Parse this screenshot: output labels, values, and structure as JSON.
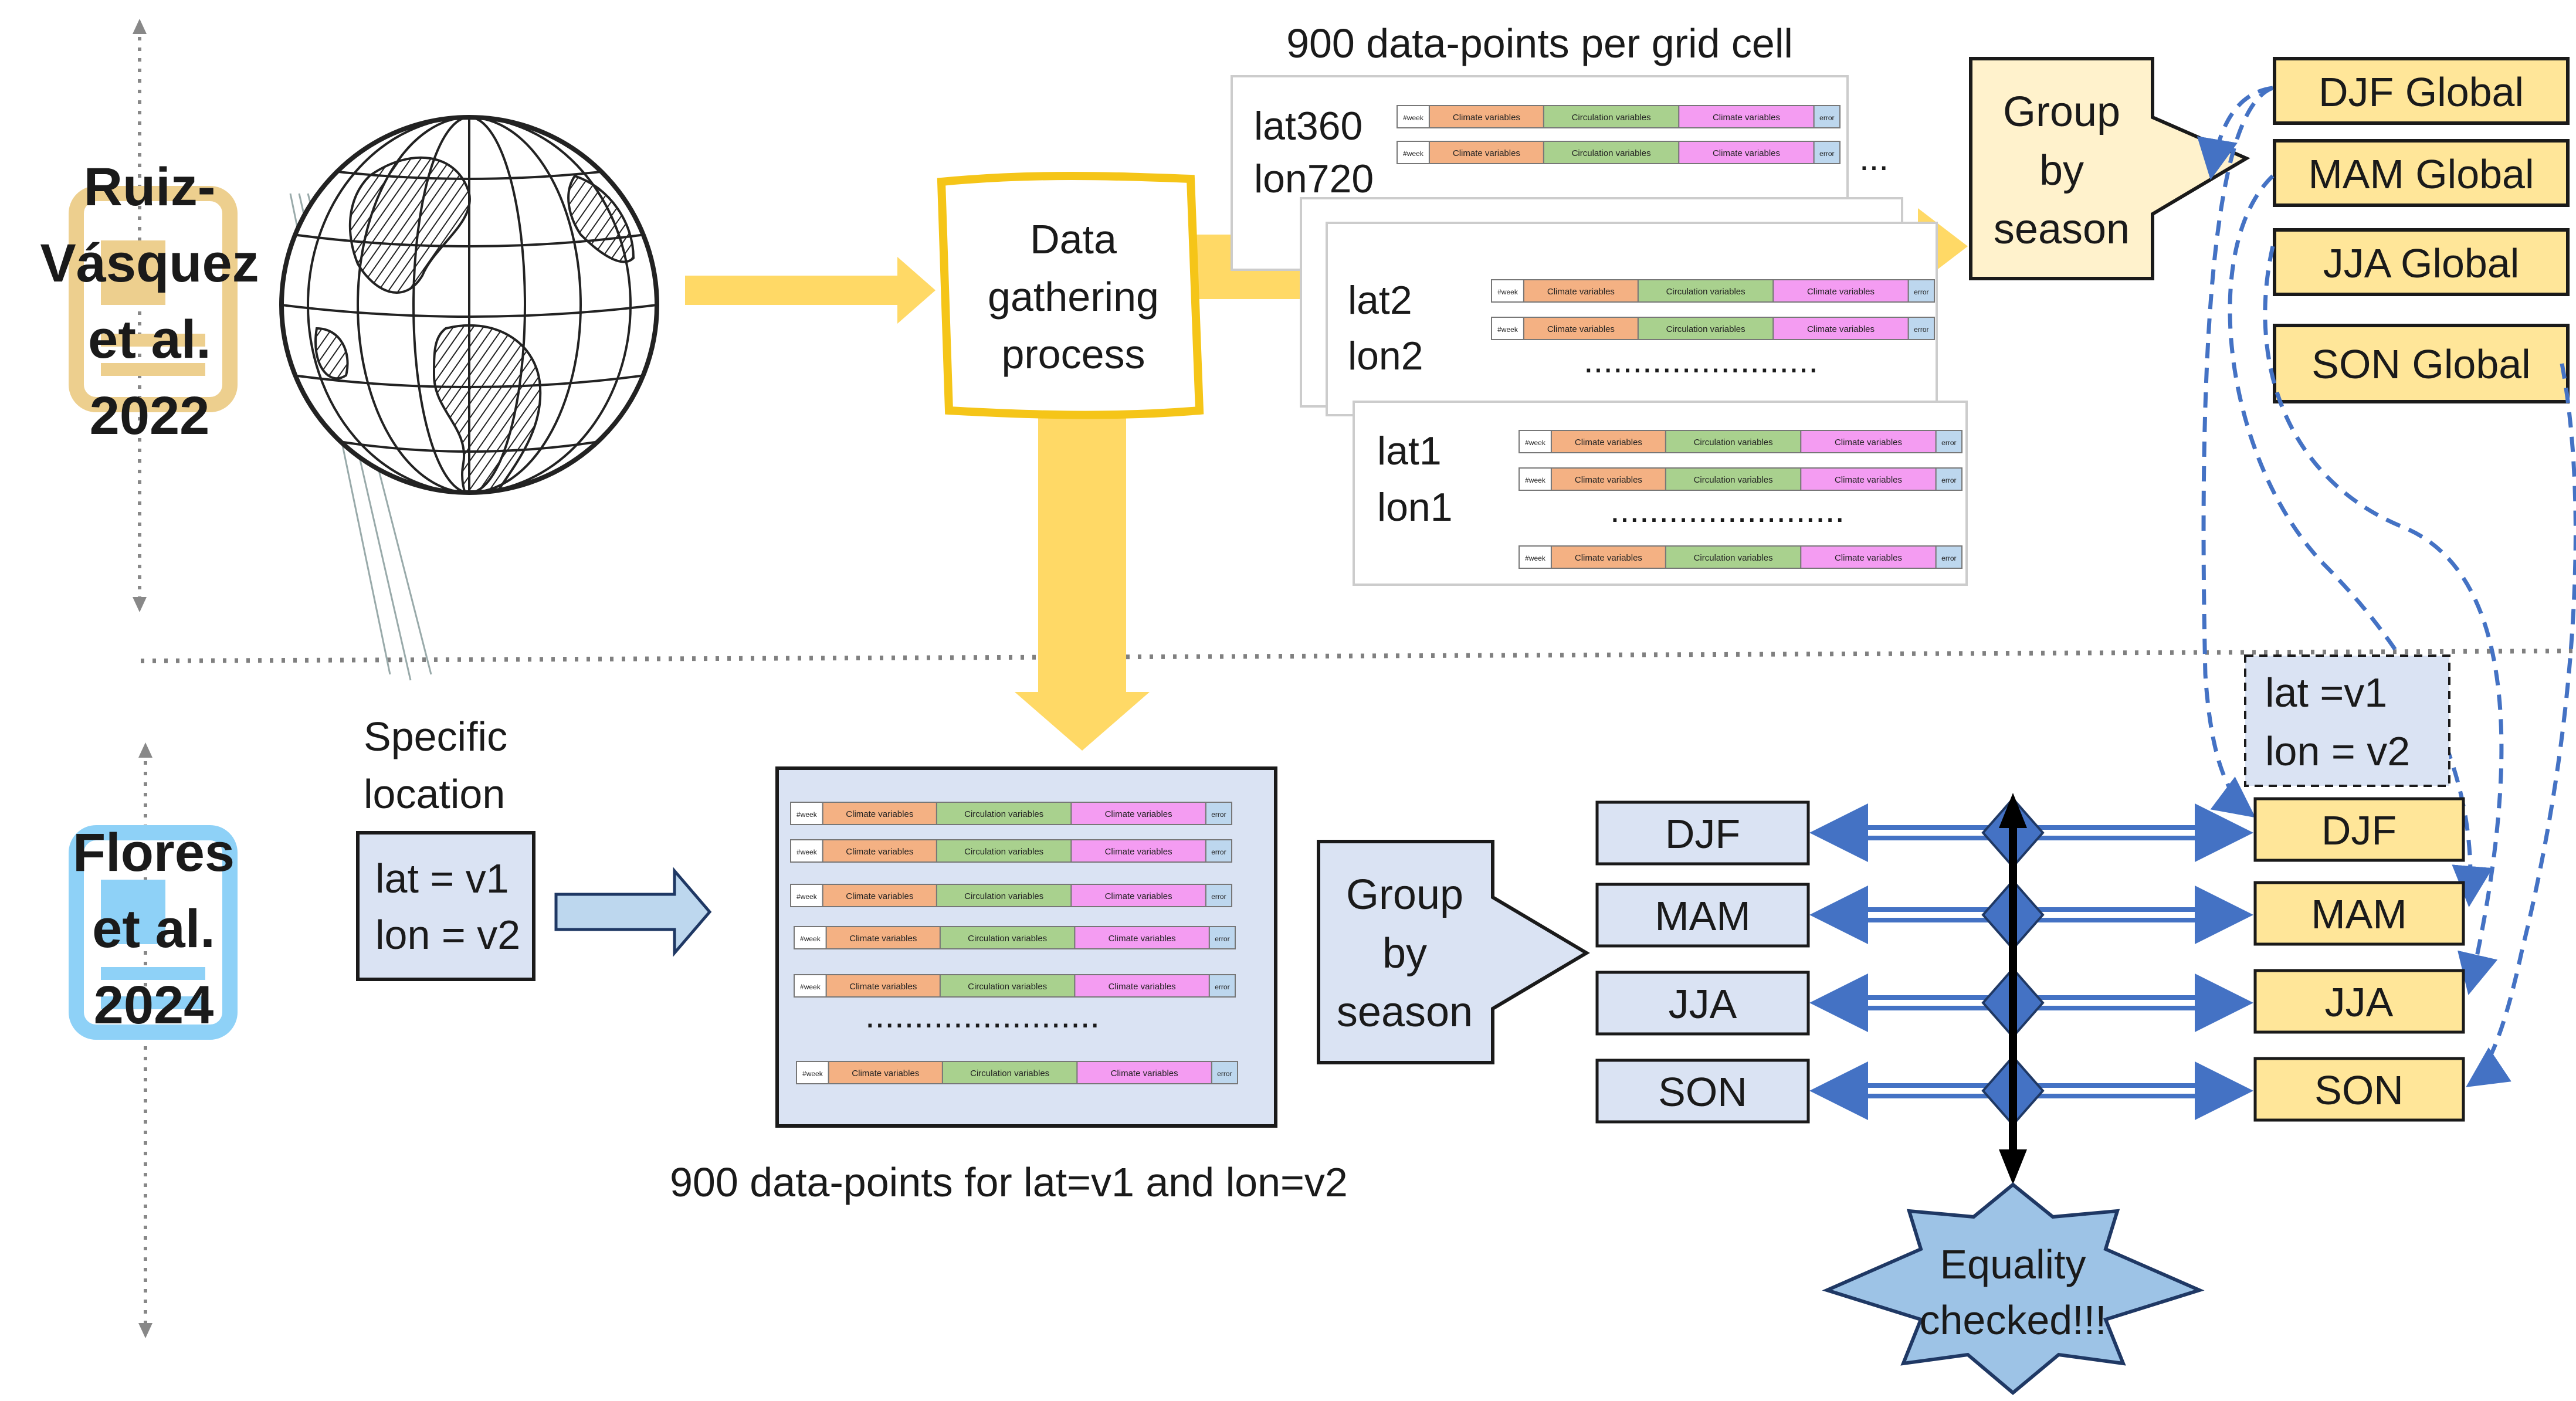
{
  "authors": {
    "top_line1": "Ruiz-",
    "top_line2": "Vásquez",
    "top_line3": "et al.",
    "top_year": "2022",
    "bottom_line1": "Flores",
    "bottom_line2": "et al.",
    "bottom_year": "2024"
  },
  "process": {
    "line1": "Data",
    "line2": "gathering",
    "line3": "process"
  },
  "grid": {
    "title": "900 data-points per grid cell",
    "card3_lat": "lat360",
    "card3_lon": "lon720",
    "card2_lat": "lat2",
    "card2_lon": "lon2",
    "card1_lat": "lat1",
    "card1_lon": "lon1",
    "dots": "........................",
    "short_dots": "..."
  },
  "row_labels": {
    "week": "#week",
    "climate": "Climate variables",
    "circulation": "Circulation variables",
    "error": "error"
  },
  "top_group": {
    "line1": "Group",
    "line2": "by",
    "line3": "season"
  },
  "global_seasons": [
    "DJF Global",
    "MAM Global",
    "JJA Global",
    "SON Global"
  ],
  "location": {
    "title_line1": "Specific",
    "title_line2": "location",
    "lat": "lat = v1",
    "lon": "lon = v2"
  },
  "table_caption": "900 data-points for lat=v1 and lon=v2",
  "bottom_group": {
    "line1": "Group",
    "line2": "by",
    "line3": "season"
  },
  "extract_box": {
    "lat": "lat =v1",
    "lon": "lon = v2"
  },
  "left_seasons": [
    "DJF",
    "MAM",
    "JJA",
    "SON"
  ],
  "right_seasons": [
    "DJF",
    "MAM",
    "JJA",
    "SON"
  ],
  "equality": {
    "line1": "Equality",
    "line2": "checked!!!"
  },
  "colors": {
    "yellow_arrow": "#ffd966",
    "yellow_fill": "#ffe699",
    "yellow_stroke": "#f2b705",
    "light_blue": "#dae3f3",
    "mid_blue": "#4472c4",
    "dark_blue": "#1f3864",
    "climate": "#f4b183",
    "circulation": "#a9d18e",
    "magenta": "#f49cf2",
    "error": "#bdd7ee"
  }
}
